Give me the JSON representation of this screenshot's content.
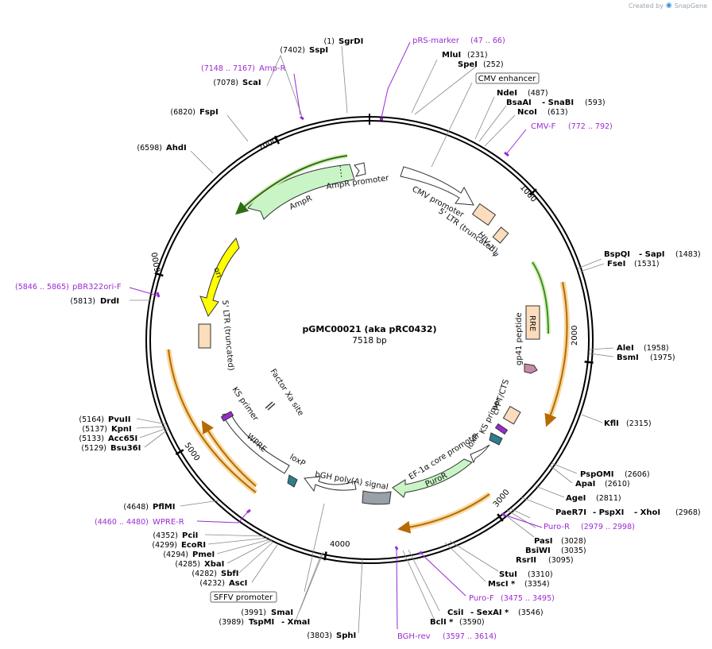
{
  "brand": {
    "created_by": "Created by",
    "app": "SnapGene"
  },
  "plasmid": {
    "name": "pGMC00021 (aka pRC0432)",
    "length": "7518 bp"
  },
  "ticks": [
    {
      "label": "1000",
      "bp": 1000
    },
    {
      "label": "2000",
      "bp": 2000
    },
    {
      "label": "3000",
      "bp": 3000
    },
    {
      "label": "4000",
      "bp": 4000
    },
    {
      "label": "5000",
      "bp": 5000
    },
    {
      "label": "6000",
      "bp": 6000
    },
    {
      "label": "7000",
      "bp": 7000
    }
  ],
  "enzymes": [
    {
      "name": "SgrDI",
      "pos": "(1)"
    },
    {
      "name": "SspI",
      "pos": "(7402)"
    },
    {
      "name": "MluI",
      "pos": "(231)"
    },
    {
      "name": "SpeI",
      "pos": "(252)"
    },
    {
      "name": "ScaI",
      "pos": "(7078)"
    },
    {
      "name": "NdeI",
      "pos": "(487)"
    },
    {
      "name": "BsaAI",
      "name2": "SnaBI",
      "pos": "(593)"
    },
    {
      "name": "NcoI",
      "pos": "(613)"
    },
    {
      "name": "FspI",
      "pos": "(6820)"
    },
    {
      "name": "AhdI",
      "pos": "(6598)"
    },
    {
      "name": "BspQI",
      "name2": "SapI",
      "pos": "(1483)"
    },
    {
      "name": "FseI",
      "pos": "(1531)"
    },
    {
      "name": "DrdI",
      "pos": "(5813)"
    },
    {
      "name": "AleI",
      "pos": "(1958)"
    },
    {
      "name": "BsmI",
      "pos": "(1975)"
    },
    {
      "name": "KflI",
      "pos": "(2315)"
    },
    {
      "name": "PvuII",
      "pos": "(5164)"
    },
    {
      "name": "KpnI",
      "pos": "(5137)"
    },
    {
      "name": "Acc65I",
      "pos": "(5133)"
    },
    {
      "name": "Bsu36I",
      "pos": "(5129)"
    },
    {
      "name": "PspOMI",
      "pos": "(2606)"
    },
    {
      "name": "ApaI",
      "pos": "(2610)"
    },
    {
      "name": "AgeI",
      "pos": "(2811)"
    },
    {
      "name": "PaeR7I",
      "name2": "PspXI",
      "name3": "XhoI",
      "pos": "(2968)"
    },
    {
      "name": "PflMI",
      "pos": "(4648)"
    },
    {
      "name": "PasI",
      "pos": "(3028)"
    },
    {
      "name": "BsiWI",
      "pos": "(3035)"
    },
    {
      "name": "RsrII",
      "pos": "(3095)"
    },
    {
      "name": "PciI",
      "pos": "(4352)"
    },
    {
      "name": "EcoRI",
      "pos": "(4299)"
    },
    {
      "name": "PmeI",
      "pos": "(4294)"
    },
    {
      "name": "XbaI",
      "pos": "(4285)"
    },
    {
      "name": "SbfI",
      "pos": "(4282)"
    },
    {
      "name": "AscI",
      "pos": "(4232)"
    },
    {
      "name": "StuI",
      "pos": "(3310)"
    },
    {
      "name": "MscI *",
      "pos": "(3354)"
    },
    {
      "name": "CsiI",
      "name2": "SexAI *",
      "pos": "(3546)"
    },
    {
      "name": "BclI *",
      "pos": "(3590)"
    },
    {
      "name": "SmaI",
      "pos": "(3991)"
    },
    {
      "name": "TspMI",
      "name2": "XmaI",
      "pos": "(3989)"
    },
    {
      "name": "SphI",
      "pos": "(3803)"
    }
  ],
  "primers": [
    {
      "name": "pRS-marker",
      "range": "(47 .. 66)"
    },
    {
      "name": "Amp-R",
      "range": "(7148 .. 7167)"
    },
    {
      "name": "CMV-F",
      "range": "(772 .. 792)"
    },
    {
      "name": "pBR322ori-F",
      "range": "(5846 .. 5865)"
    },
    {
      "name": "Puro-R",
      "range": "(2979 .. 2998)"
    },
    {
      "name": "WPRE-R",
      "range": "(4460 .. 4480)"
    },
    {
      "name": "Puro-F",
      "range": "(3475 .. 3495)"
    },
    {
      "name": "BGH-rev",
      "range": "(3597 .. 3614)"
    }
  ],
  "boxed_features": [
    {
      "name": "CMV enhancer"
    },
    {
      "name": "SFFV promoter"
    }
  ],
  "features": [
    {
      "name": "AmpR promoter"
    },
    {
      "name": "AmpR"
    },
    {
      "name": "CMV promoter"
    },
    {
      "name": "5' LTR (truncated)"
    },
    {
      "name": "HIV-1 ψ"
    },
    {
      "name": "ori"
    },
    {
      "name": "5' LTR (truncated)"
    },
    {
      "name": "RRE"
    },
    {
      "name": "gp41 peptide"
    },
    {
      "name": "Factor Xa site"
    },
    {
      "name": "KS primer"
    },
    {
      "name": "cPPT/CTS"
    },
    {
      "name": "KS primer"
    },
    {
      "name": "WPRE"
    },
    {
      "name": "loxP"
    },
    {
      "name": "loxP"
    },
    {
      "name": "EF-1α core promoter"
    },
    {
      "name": "bGH poly(A) signal"
    },
    {
      "name": "PuroR"
    }
  ],
  "colors": {
    "primer": "#9b2bd1",
    "ampr_fill": "#c9f5c6",
    "ori_fill": "#ffff00",
    "ltr_fill": "#fbdcbc",
    "orf_arrow": "#d88a15",
    "orf_arrow_glow": "#f7d9a0",
    "green_arrow": "#3c8c1c",
    "green_arrow_glow": "#d7f0be",
    "polyA_fill": "#9aa0a8",
    "loxp_fill": "#2d7f8e",
    "gp41_fill": "#c88aa8"
  }
}
